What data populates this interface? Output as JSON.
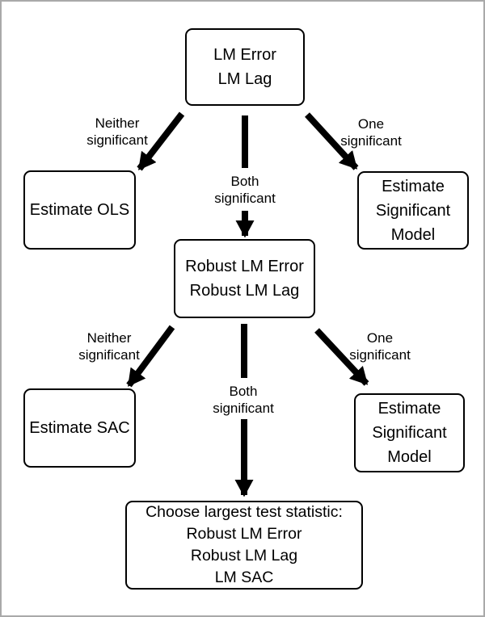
{
  "diagram": {
    "title": "LM test decision flowchart",
    "colors": {
      "line": "#000000",
      "background": "#ffffff",
      "frame": "#a9a9a9",
      "text": "#000000"
    },
    "nodes": {
      "lm_tests": {
        "text": "LM Error\nLM Lag"
      },
      "estimate_ols": {
        "text": "Estimate OLS"
      },
      "estimate_significant_model_1": {
        "text": "Estimate\nSignificant\nModel"
      },
      "robust_lm_tests": {
        "text": "Robust LM Error\nRobust LM Lag"
      },
      "estimate_sac": {
        "text": "Estimate SAC"
      },
      "estimate_significant_model_2": {
        "text": "Estimate\nSignificant\nModel"
      },
      "choose_largest": {
        "text": "Choose largest test statistic:\nRobust LM Error\nRobust LM Lag\nLM SAC"
      }
    },
    "edge_labels": {
      "neither_significant_1": {
        "text": "Neither\nsignificant"
      },
      "one_significant_1": {
        "text": "One\nsignificant"
      },
      "both_significant_1": {
        "text": "Both\nsignificant"
      },
      "neither_significant_2": {
        "text": "Neither\nsignificant"
      },
      "one_significant_2": {
        "text": "One\nsignificant"
      },
      "both_significant_2": {
        "text": "Both\nsignificant"
      }
    }
  }
}
